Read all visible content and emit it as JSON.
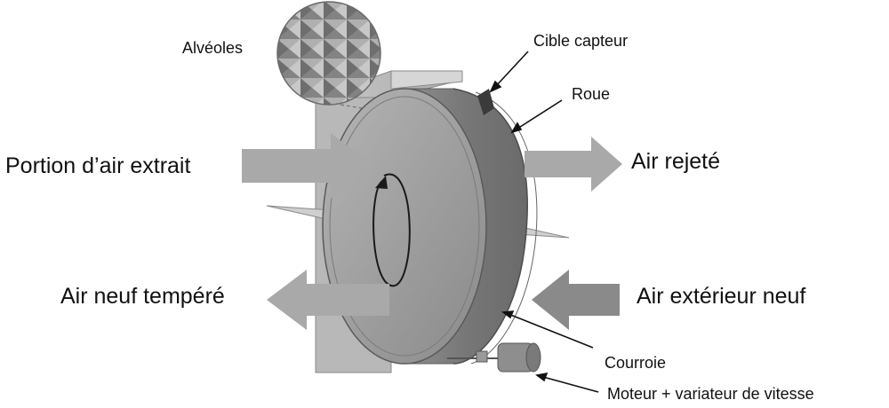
{
  "labels": {
    "alveoles": "Alvéoles",
    "cible_capteur": "Cible capteur",
    "roue": "Roue",
    "portion_air_extrait": "Portion d’air extrait",
    "air_rejete": "Air rejeté",
    "air_neuf_tempere": "Air neuf tempéré",
    "air_exterieur_neuf": "Air extérieur neuf",
    "courroie": "Courroie",
    "moteur_variateur": "Moteur + variateur de vitesse"
  },
  "colors": {
    "arrow_light": "#a9a9a9",
    "arrow_dark": "#8a8a8a",
    "wheel_face": "#9c9c9c",
    "wheel_rim": "#7f7f7f",
    "housing": "#bdbdbd",
    "leader_line": "#111111"
  }
}
